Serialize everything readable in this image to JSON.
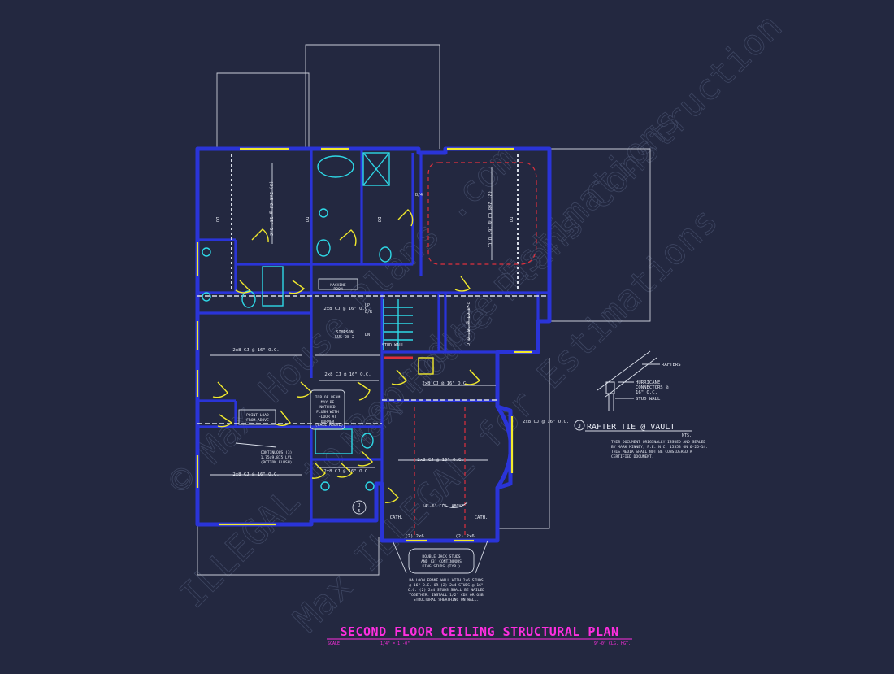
{
  "plan": {
    "title": "SECOND FLOOR CEILING STRUCTURAL PLAN",
    "scale_label": "SCALE:",
    "scale_value": "1/4\" = 1'-0\"",
    "ceiling_height": "9'-0\" CLG. HGT."
  },
  "colors": {
    "background": "#232840",
    "wall": "#2a34d8",
    "line": "#d8dde8",
    "fixture": "#2ed8e6",
    "door": "#f2ea2c",
    "beam": "#e0303c",
    "title": "#ff2ee0"
  },
  "watermarks": [
    "© Max House Plans .com",
    "Max House Plans Construction",
    "ILLEGAL to Reproduce Estimations",
    "Max ILLEGAL for Estimations"
  ],
  "rooms": {
    "bed_nw": {
      "joist": "(2) 2x8 CJ @ 16\" O.C.",
      "dj": "DJ"
    },
    "bath_mid": {
      "dj": "DJ"
    },
    "master_bed": {
      "joist": "(2) 2x8 CJ @ 16\" O.C.",
      "dj": "DJ"
    },
    "hall_top": {
      "joist": "2x8 CJ @ 16\" O.C."
    },
    "bed_west": {
      "joist": "2x8 CJ @ 16\" O.C."
    },
    "landing": {
      "joist": "2x8 CJ @ 16\" O.C."
    },
    "bed_sw": {
      "joist": "2x8 CJ @ 16\" O.C."
    },
    "lower_hall": {
      "joist": "2x8 CJ @ 16\" O.C."
    },
    "laundry": {
      "joist": "2x8 CJ @ 16\" O.C."
    },
    "closet_ne": {
      "joist": "2x8 CJ @ 16\" O.C."
    },
    "bonus": {
      "joist": "2x8 CJ @ 16\" O.C."
    },
    "bay": {
      "joist": "2x8 CJ @ 16\" O.C."
    }
  },
  "notes": {
    "machine_room": "MACHINE ROOM",
    "simpson": "SIMPSON LUS 28-2",
    "stud_wall": "STUD WALL",
    "top_of_beam": "TOP OF BEAM MAY BE NOTCHED FLUSH WITH FLOOR AT DORMER",
    "wall_above": "(WALL ABOVE)",
    "point_load": "POINT LOAD FROM ABOVE",
    "continuous_lvl": "CONTINUOUS (3) 1.75x9.875 LVL (BOTTOM FLUSH)",
    "clg_above": "14'-6\" CLG. ABOVE",
    "cath_left": "CATH.",
    "cath_right": "CATH.",
    "post_left": "(2) 2x6",
    "post_right": "(2) 2x6",
    "double_jack": "DOUBLE JACK STUDS AND (3) CONTINUOUS KING STUDS (TYP.)",
    "balloon_frame": "BALLOON FRAME WALL WITH 2x6 STUDS @ 16\" O.C. OR (2) 2x4 STUDS @ 16\" O.C. (2) 2x4 STUDS SHALL BE NAILED TOGETHER. INSTALL 1/2\" CDX OR OSB STRUCTURAL SHEATHING ON WALL.",
    "up": "UP",
    "dn": "DN",
    "br": "B/R",
    "b4": "B/4",
    "section_mark": "J",
    "section_sub": "5"
  },
  "detail": {
    "rafters": "RAFTERS",
    "hurricane": "HURRICANE CONNECTORS @ 16\" O.C.",
    "stud_wall": "STUD WALL",
    "marker": "J",
    "title": "RAFTER TIE @ VAULT",
    "nts": "NTS.",
    "certification": "THIS DOCUMENT ORIGINALLY ISSUED AND SEALED BY MARK MINNEY, P.E. N.C. 15353 ON 6-26-14. THIS MEDIA SHALL NOT BE CONSIDERED A CERTIFIED DOCUMENT."
  }
}
